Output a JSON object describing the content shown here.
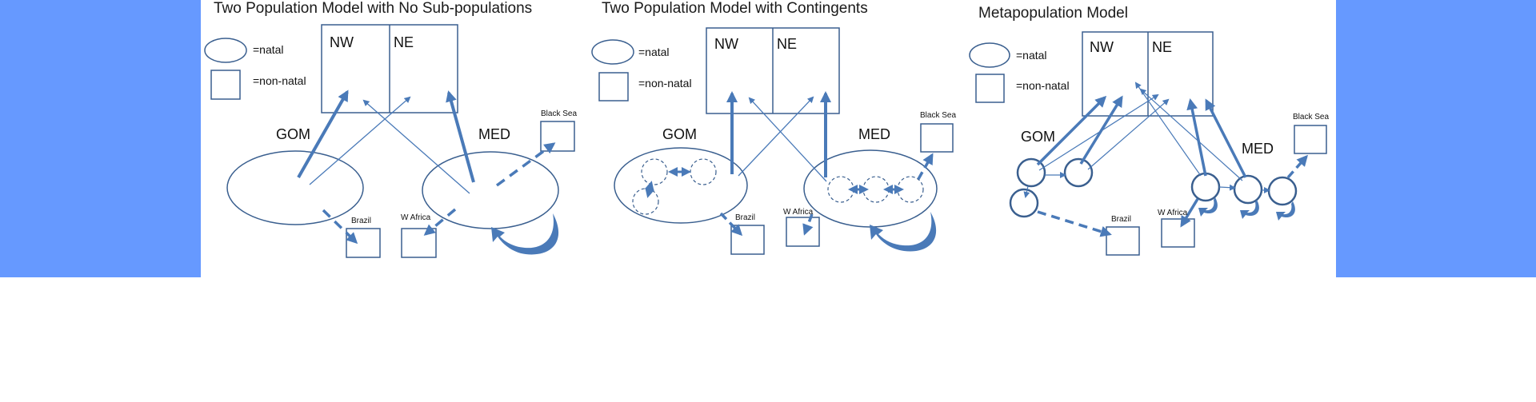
{
  "colors": {
    "background_band": "#6699ff",
    "panel_bg": "#ffffff",
    "stroke": "#3a5f8f",
    "arrow": "#4a7ab8"
  },
  "panels": [
    {
      "title": "Two Population Model with No Sub-populations",
      "legend_natal": "=natal",
      "legend_nonnatal": "=non-natal",
      "nw": "NW",
      "ne": "NE",
      "gom": "GOM",
      "med": "MED",
      "black_sea": "Black Sea",
      "brazil": "Brazil",
      "w_africa": "W Africa"
    },
    {
      "title": "Two Population Model with Contingents",
      "legend_natal": "=natal",
      "legend_nonnatal": "=non-natal",
      "nw": "NW",
      "ne": "NE",
      "gom": "GOM",
      "med": "MED",
      "black_sea": "Black Sea",
      "brazil": "Brazil",
      "w_africa": "W Africa"
    },
    {
      "title": "Metapopulation Model",
      "legend_natal": "=natal",
      "legend_nonnatal": "=non-natal",
      "nw": "NW",
      "ne": "NE",
      "gom": "GOM",
      "med": "MED",
      "black_sea": "Black Sea",
      "brazil": "Brazil",
      "w_africa": "W Africa"
    }
  ]
}
